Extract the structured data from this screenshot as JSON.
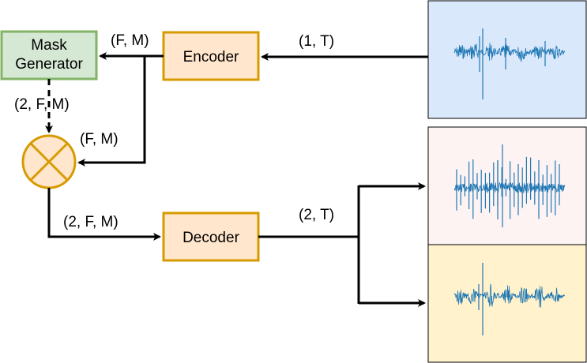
{
  "blocks": {
    "mask_generator": {
      "line1": "Mask",
      "line2": "Generator"
    },
    "encoder": {
      "label": "Encoder"
    },
    "decoder": {
      "label": "Decoder"
    }
  },
  "edge_labels": {
    "input_to_encoder": "(1, T)",
    "encoder_to_mask": "(F, M)",
    "mask_to_multiply": "(2, F, M)",
    "encoder_to_multiply": "(F, M)",
    "multiply_to_decoder": "(2, F, M)",
    "decoder_output": "(2, T)"
  },
  "colors": {
    "mask_generator_fill": "#d5e8d4",
    "mask_generator_stroke": "#82b366",
    "block_fill": "#ffe6cc",
    "block_stroke": "#d79b00",
    "multiply_fill": "#ffe6cc",
    "multiply_stroke": "#d79b00",
    "panel_input": "#dae8fc",
    "panel_output_1": "#fdf3f3",
    "panel_output_2": "#fff2cc",
    "waveform": "#1f77b4",
    "arrow": "#000000"
  },
  "waveforms": {
    "input": "mixture-waveform",
    "output_1": "separated-source-1-waveform",
    "output_2": "separated-source-2-waveform"
  }
}
